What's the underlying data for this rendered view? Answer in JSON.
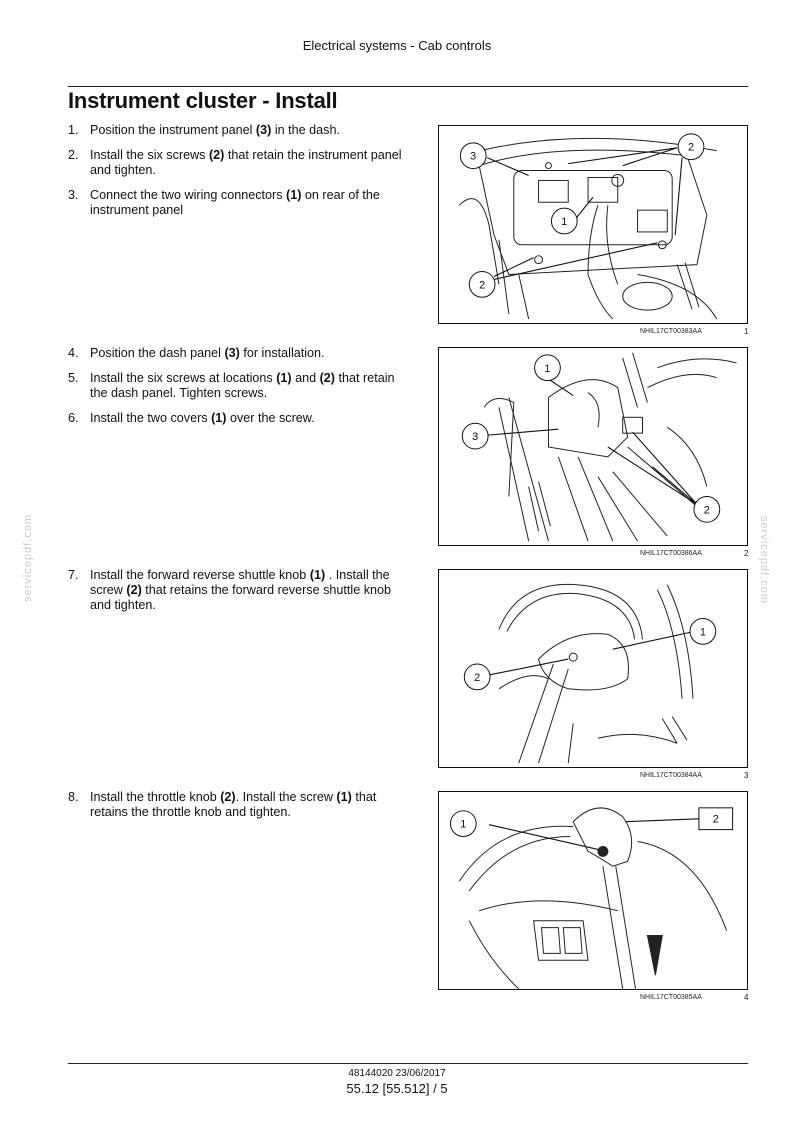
{
  "header": {
    "title": "Electrical systems - Cab controls"
  },
  "section": {
    "title": "Instrument cluster - Install"
  },
  "steps": [
    {
      "num": "1.",
      "pre": "Position the instrument panel ",
      "b1": "(3)",
      "mid": " in the dash.",
      "b2": "",
      "post": ""
    },
    {
      "num": "2.",
      "pre": "Install the six screws ",
      "b1": "(2)",
      "mid": " that retain the instrument panel and tighten.",
      "b2": "",
      "post": ""
    },
    {
      "num": "3.",
      "pre": "Connect the two wiring connectors ",
      "b1": "(1)",
      "mid": " on rear of the instrument panel",
      "b2": "",
      "post": ""
    },
    {
      "num": "4.",
      "pre": "Position the dash panel ",
      "b1": "(3)",
      "mid": " for installation.",
      "b2": "",
      "post": ""
    },
    {
      "num": "5.",
      "pre": "Install the six screws at locations ",
      "b1": "(1)",
      "mid": " and ",
      "b2": "(2)",
      "post": " that retain the dash panel.  Tighten screws."
    },
    {
      "num": "6.",
      "pre": "Install the two covers ",
      "b1": "(1)",
      "mid": " over the screw.",
      "b2": "",
      "post": ""
    },
    {
      "num": "7.",
      "pre": "Install the forward reverse shuttle knob ",
      "b1": "(1)",
      "mid": " .  Install the screw ",
      "b2": "(2)",
      "post": " that retains the forward reverse shuttle knob and tighten."
    },
    {
      "num": "8.",
      "pre": "Install the throttle knob ",
      "b1": "(2)",
      "mid": ".  Install the screw ",
      "b2": "(1)",
      "post": " that retains the throttle knob and tighten."
    }
  ],
  "figures": [
    {
      "ref": "NHIL17CT00383AA",
      "num": "1",
      "callouts": [
        "3",
        "2",
        "1",
        "2"
      ]
    },
    {
      "ref": "NHIL17CT00386AA",
      "num": "2",
      "callouts": [
        "1",
        "3",
        "2"
      ]
    },
    {
      "ref": "NHIL17CT00384AA",
      "num": "3",
      "callouts": [
        "1",
        "2"
      ]
    },
    {
      "ref": "NHIL17CT00385AA",
      "num": "4",
      "callouts": [
        "1",
        "2"
      ]
    }
  ],
  "watermark": "servicepdf.com",
  "footer": {
    "doc": "48144020 23/06/2017",
    "page": "55.12 [55.512] / 5"
  }
}
